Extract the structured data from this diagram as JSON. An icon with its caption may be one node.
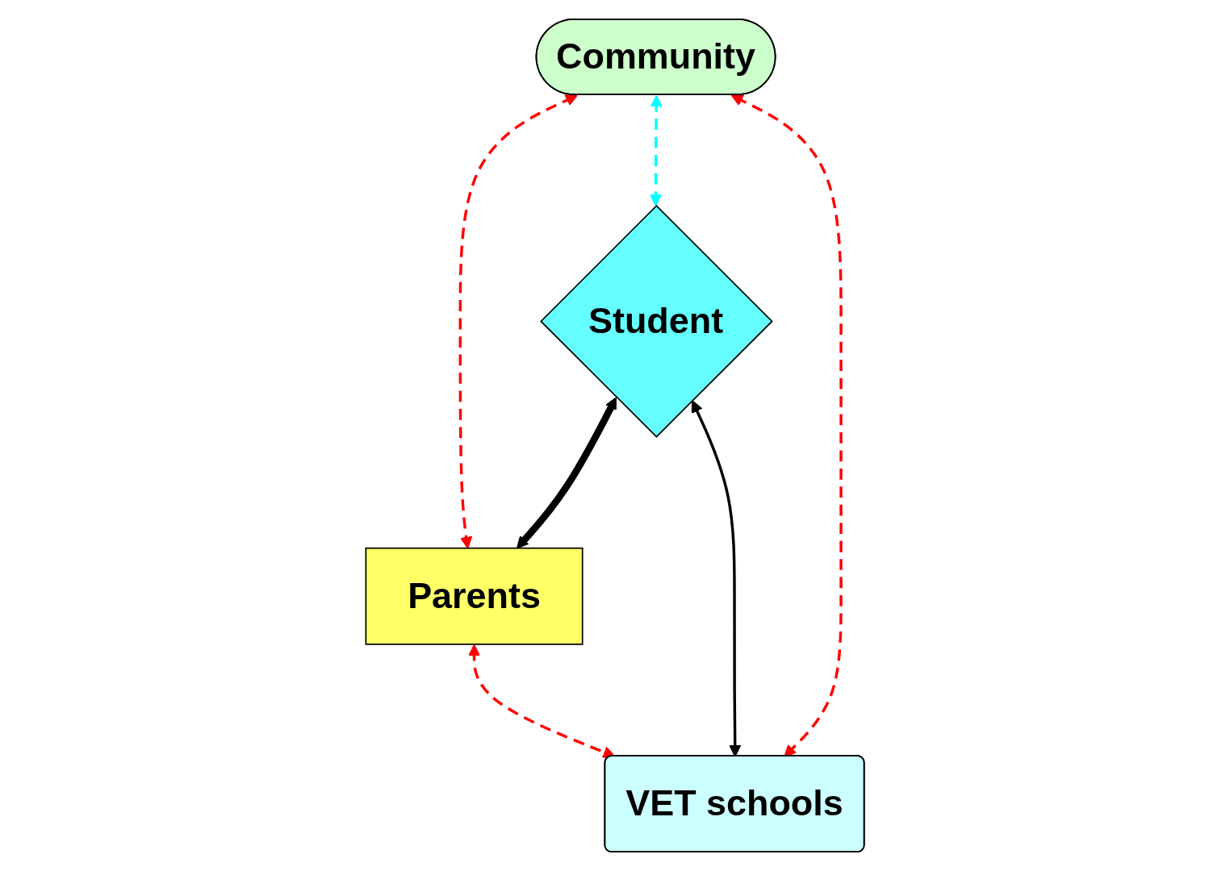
{
  "diagram": {
    "nodes": [
      {
        "text": [
          "Community"
        ]
      },
      {
        "text": [
          "Parents"
        ]
      },
      {
        "text": [
          "Student"
        ]
      },
      {
        "text": [
          "VET schools"
        ]
      }
    ],
    "edges": [
      {
        "from": 0,
        "to": 1,
        "arrow": "both",
        "style": "dashed",
        "color": "#ff0000"
      },
      {
        "from": 0,
        "to": 2,
        "arrow": "both",
        "style": "dashed",
        "color": "#00ffff"
      },
      {
        "from": 2,
        "to": 1,
        "arrow": "both",
        "style": "thick",
        "color": "#000000"
      },
      {
        "from": 2,
        "to": 3,
        "arrow": "both",
        "color": "#000000"
      },
      {
        "from": 0,
        "to": 3,
        "arrow": "both",
        "style": "dashed",
        "color": "#ff0000"
      },
      {
        "from": 1,
        "to": 3,
        "arrow": "both",
        "style": "dashed",
        "color": "#ff0000"
      }
    ]
  }
}
